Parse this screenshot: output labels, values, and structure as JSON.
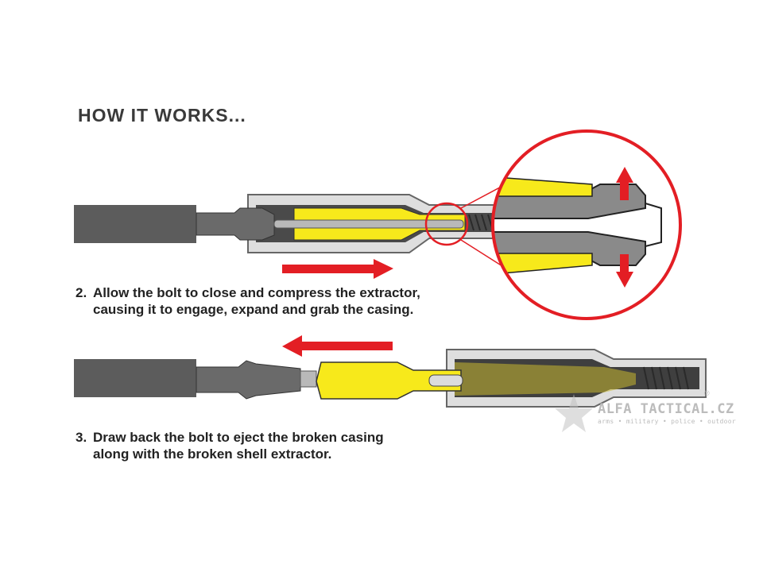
{
  "title": "HOW IT WORKS...",
  "steps": [
    {
      "number": "2.",
      "line1": "Allow the bolt to close and compress the extractor,",
      "line2": "causing it to engage, expand and grab the casing."
    },
    {
      "number": "3.",
      "line1": "Draw back the bolt to eject the broken casing",
      "line2": "along with the broken shell extractor."
    }
  ],
  "watermark": {
    "brand": "ALFA TACTICAL.CZ",
    "tagline": "arms • military • police • outdoor",
    "registered": "®"
  },
  "colors": {
    "accent_red": "#e31e24",
    "extractor_yellow": "#f7e91b",
    "bolt_gray": "#5c5c5c",
    "barrel_gray": "#dcdcdc"
  }
}
